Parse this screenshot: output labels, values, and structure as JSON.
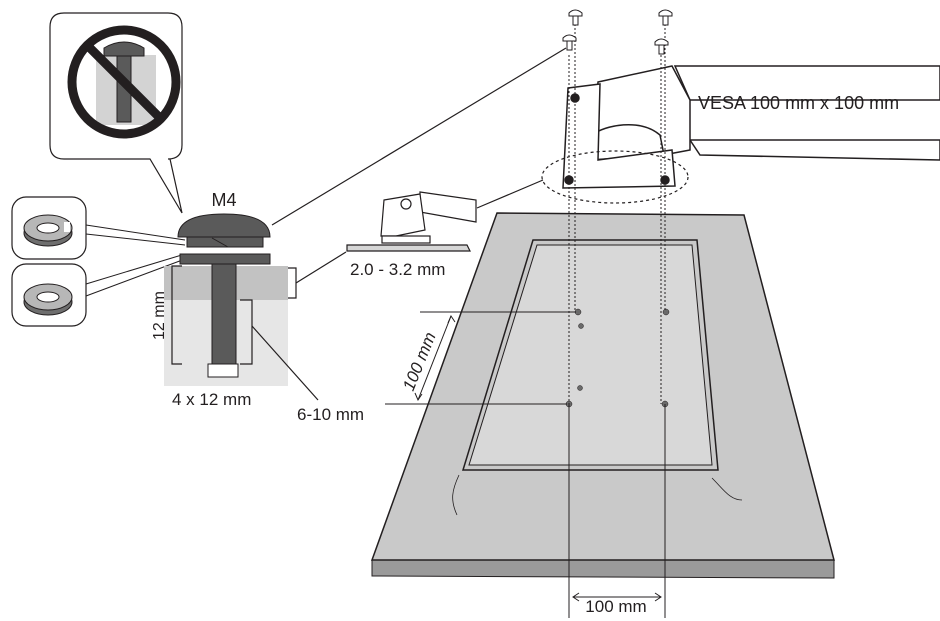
{
  "labels": {
    "screw_type": "M4",
    "vesa": "VESA 100 mm x 100 mm",
    "stand_thickness": "2.0 - 3.2 mm",
    "screw_length_vertical": "12 mm",
    "screw_size": "4 x 12 mm",
    "hole_depth": "6-10 mm",
    "hole_spacing_vertical": "100 mm",
    "hole_spacing_horizontal": "100 mm"
  },
  "icons": {
    "prohibited": "prohibited-long-screw-icon",
    "spring_washer": "spring-washer-icon",
    "flat_washer": "flat-washer-icon",
    "screw": "screw-icon"
  },
  "colors": {
    "line": "#231f20",
    "panel_top": "#c9c9c9",
    "panel_side": "#9a9a9a",
    "panel_screen": "#dcdcdc",
    "part_dark": "#5a5a5a",
    "part_light": "#d6d6d6",
    "shadow_gray": "#bdbdbd"
  }
}
